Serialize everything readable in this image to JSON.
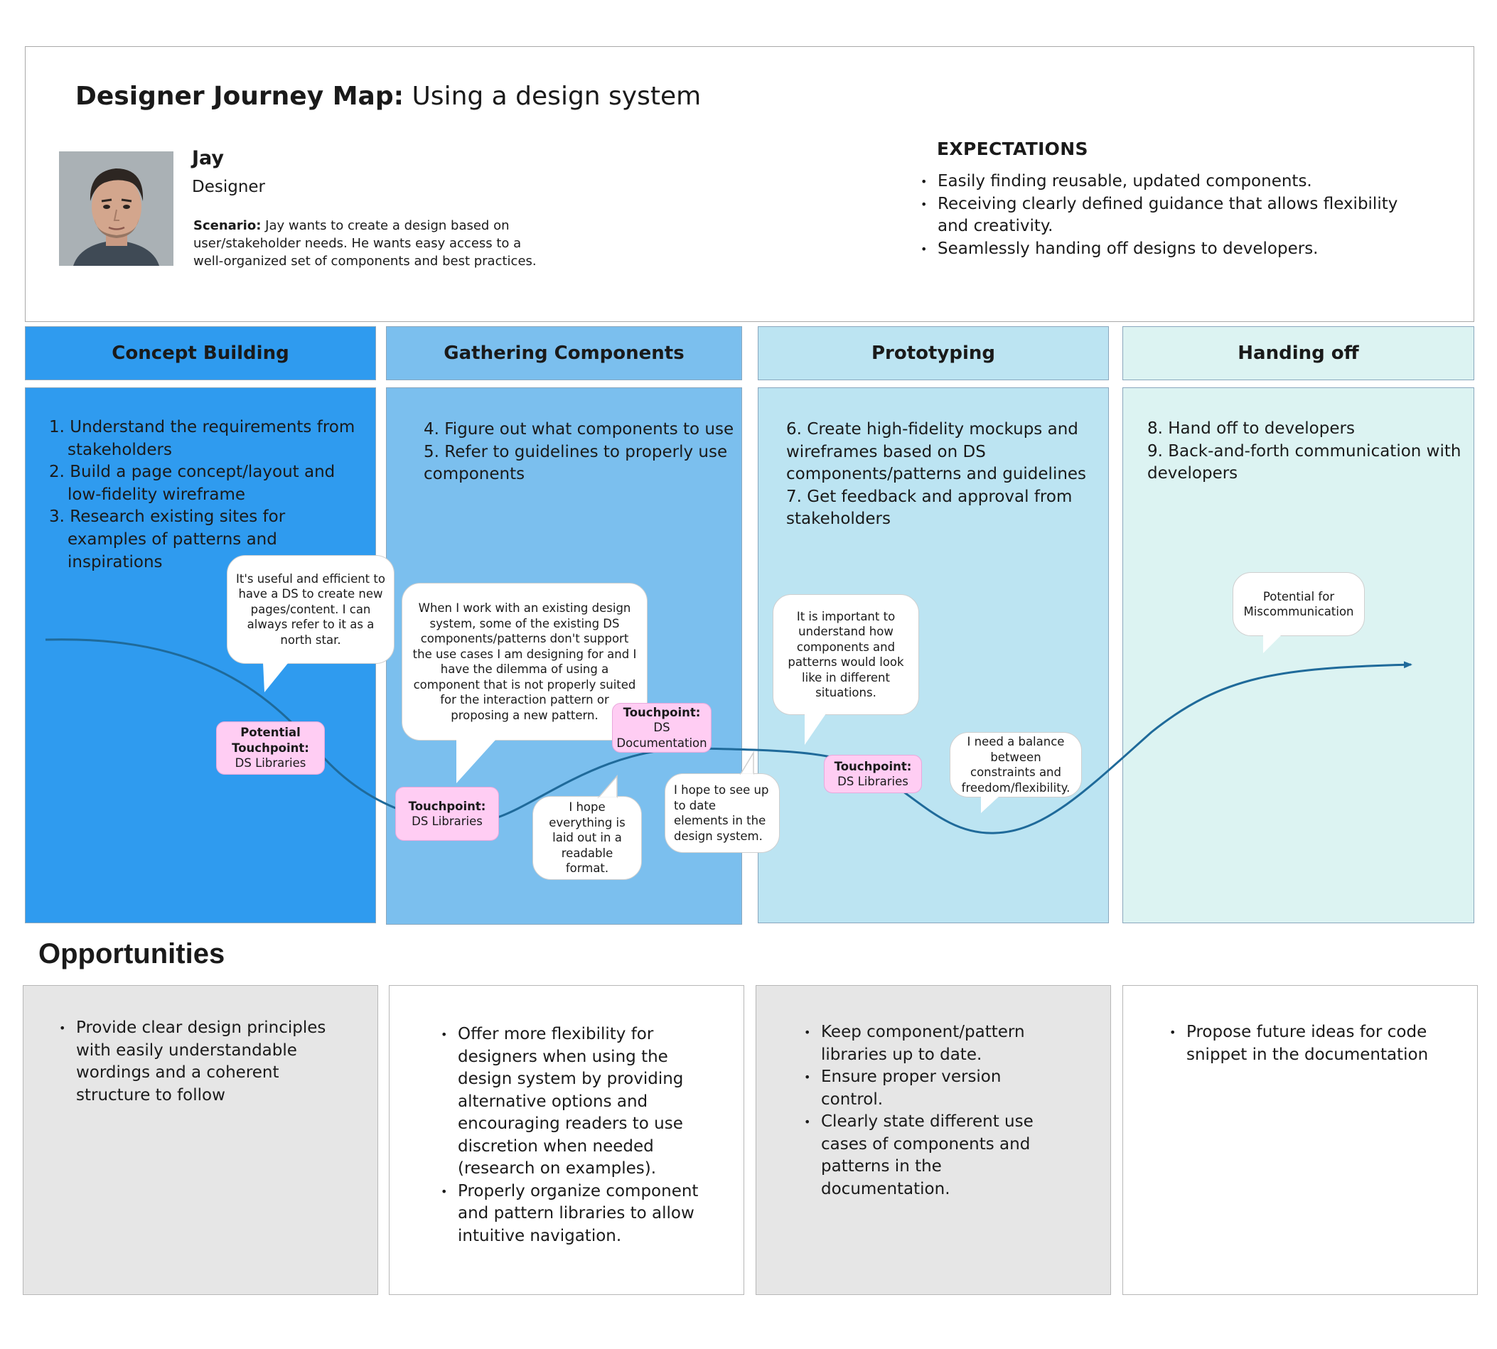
{
  "header": {
    "title_bold": "Designer Journey Map:",
    "title_rest": " Using a design system",
    "persona": {
      "name": "Jay",
      "role": "Designer",
      "scenario_label": "Scenario:",
      "scenario_text": " Jay wants to create a design based on user/stakeholder needs. He wants easy access to a well-organized set of components and best practices."
    },
    "expectations": {
      "title": "EXPECTATIONS",
      "items": [
        "Easily finding reusable, updated components.",
        "Receiving clearly defined guidance that allows flexibility and creativity.",
        "Seamlessly handing off designs to developers."
      ]
    }
  },
  "stages": [
    {
      "name": "Concept Building",
      "color": "#2f9bef",
      "steps": [
        "1. Understand the requirements from",
        "    stakeholders",
        "2. Build a page concept/layout and",
        "    low-fidelity wireframe",
        "3. Research existing sites for",
        "    examples of patterns and",
        "    inspirations"
      ]
    },
    {
      "name": "Gathering Components",
      "color": "#7bbfee",
      "steps": [
        "4. Figure out what components to use",
        "5. Refer to guidelines to properly use",
        "components"
      ]
    },
    {
      "name": "Prototyping",
      "color": "#bce4f2",
      "steps": [
        "6. Create high-fidelity mockups and",
        "wireframes based on DS",
        "components/patterns and guidelines",
        "7. Get feedback and approval from",
        "stakeholders"
      ]
    },
    {
      "name": "Handing off",
      "color": "#dcf3f2",
      "steps": [
        "8. Hand off to developers",
        "9. Back-and-forth communication with",
        "developers"
      ]
    }
  ],
  "quotes": {
    "north_star": "It's useful and efficient to have a DS to create new pages/content. I can always refer to it as a north star.",
    "dilemma": "When I work with an existing design system, some of the existing DS components/patterns don't support the use cases I am designing for and I have the dilemma of using a component that is not properly suited for the interaction pattern or proposing a new pattern.",
    "readable": "I hope everything is laid out in a readable format.",
    "up_to_date": "I hope to see up to date elements in the design system.",
    "situations": "It is important to understand how components and patterns would look like in different situations.",
    "balance": "I need a balance between constraints and freedom/flexibility.",
    "miscommunication": "Potential for Miscommunication"
  },
  "touchpoints": {
    "potential_ds_libraries": {
      "label1": "Potential",
      "label2": "Touchpoint:",
      "value": "DS Libraries"
    },
    "ds_libraries_1": {
      "label": "Touchpoint:",
      "value": "DS Libraries"
    },
    "ds_documentation": {
      "label": "Touchpoint:",
      "value1": "DS",
      "value2": "Documentation"
    },
    "ds_libraries_2": {
      "label": "Touchpoint:",
      "value": "DS Libraries"
    }
  },
  "opportunities": {
    "title": "Opportunities",
    "columns": [
      {
        "bg": "#e6e6e6",
        "items": [
          "Provide clear design principles with easily understandable wordings and a coherent structure to follow"
        ]
      },
      {
        "bg": "#ffffff",
        "items": [
          "Offer more flexibility for designers when using the design system by providing alternative options and encouraging readers to use discretion when needed (research on examples).",
          "Properly organize component and pattern libraries to allow intuitive navigation."
        ]
      },
      {
        "bg": "#e6e6e6",
        "items": [
          "Keep component/pattern libraries up to date.",
          "Ensure proper version control.",
          "Clearly state different use cases of components and patterns in the documentation."
        ]
      },
      {
        "bg": "#ffffff",
        "items": [
          "Propose future ideas for code snippet in the documentation"
        ]
      }
    ]
  },
  "colors": {
    "curve": "#1f6a9a",
    "touchpoint": "#ffcdf3"
  }
}
